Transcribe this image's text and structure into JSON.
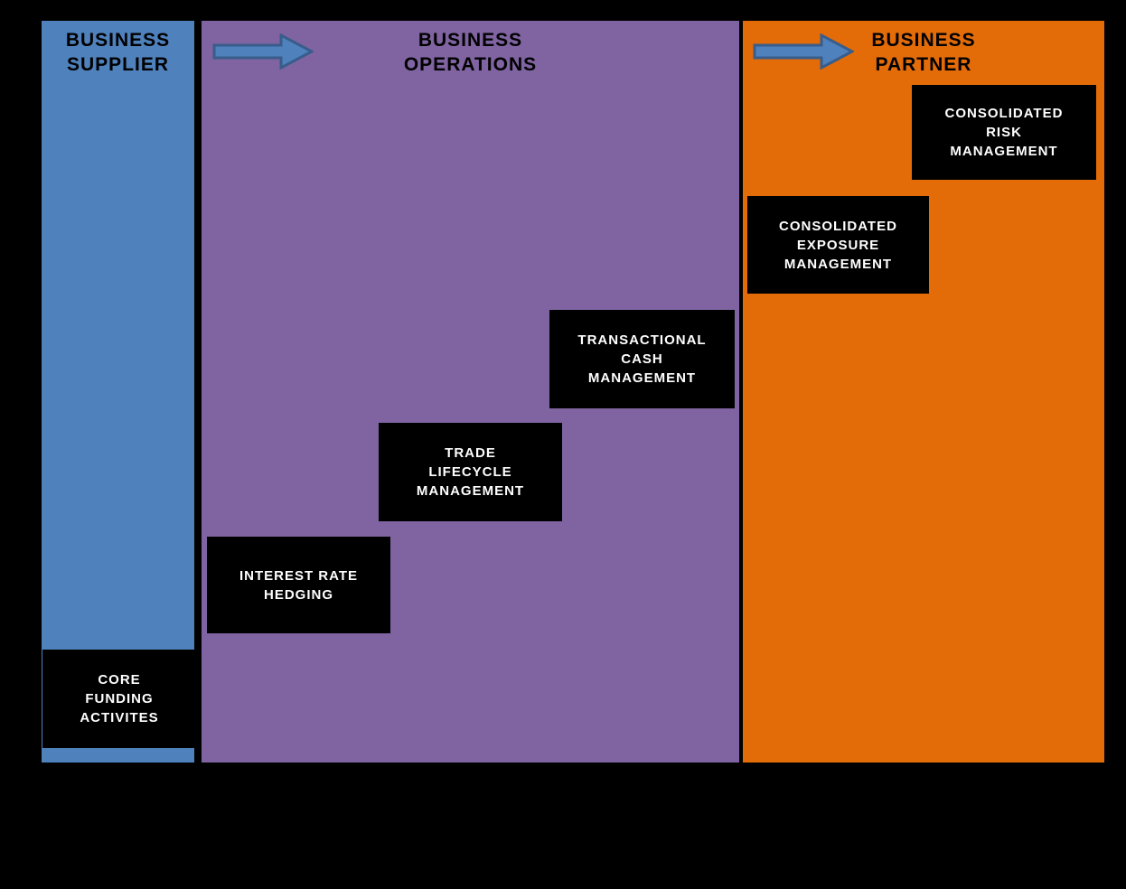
{
  "background_color": "#000000",
  "columns": [
    {
      "name": "business-supplier",
      "title_lines": [
        "BUSINESS",
        "SUPPLIER"
      ],
      "color": "#4F81BD",
      "title_color": "#000000"
    },
    {
      "name": "business-operations",
      "title_lines": [
        "BUSINESS",
        "OPERATIONS"
      ],
      "color": "#8064A2",
      "title_color": "#000000"
    },
    {
      "name": "business-partner",
      "title_lines": [
        "BUSINESS",
        "PARTNER"
      ],
      "color": "#E36C09",
      "title_color": "#000000"
    }
  ],
  "arrows": [
    {
      "name": "arrow-supplier-to-operations",
      "direction": "right",
      "fill": "#4F81BD",
      "border": "#385D8A"
    },
    {
      "name": "arrow-operations-to-partner",
      "direction": "right",
      "fill": "#4F81BD",
      "border": "#385D8A"
    }
  ],
  "boxes": [
    {
      "name": "core-funding-activites",
      "lines": [
        "CORE",
        "FUNDING",
        "ACTIVITES"
      ],
      "bg": "#000000",
      "text_color": "#FFFFFF",
      "column": "business-supplier"
    },
    {
      "name": "interest-rate-hedging",
      "lines": [
        "INTEREST RATE",
        "HEDGING"
      ],
      "bg": "#000000",
      "text_color": "#FFFFFF",
      "column": "business-operations"
    },
    {
      "name": "trade-lifecycle-management",
      "lines": [
        "TRADE",
        "LIFECYCLE",
        "MANAGEMENT"
      ],
      "bg": "#000000",
      "text_color": "#FFFFFF",
      "column": "business-operations"
    },
    {
      "name": "transactional-cash-management",
      "lines": [
        "TRANSACTIONAL",
        "CASH",
        "MANAGEMENT"
      ],
      "bg": "#000000",
      "text_color": "#FFFFFF",
      "column": "business-operations"
    },
    {
      "name": "consolidated-exposure-management",
      "lines": [
        "CONSOLIDATED",
        "EXPOSURE",
        "MANAGEMENT"
      ],
      "bg": "#000000",
      "text_color": "#FFFFFF",
      "column": "business-partner"
    },
    {
      "name": "consolidated-risk-management",
      "lines": [
        "CONSOLIDATED",
        "RISK",
        "MANAGEMENT"
      ],
      "bg": "#000000",
      "text_color": "#FFFFFF",
      "column": "business-partner"
    }
  ]
}
